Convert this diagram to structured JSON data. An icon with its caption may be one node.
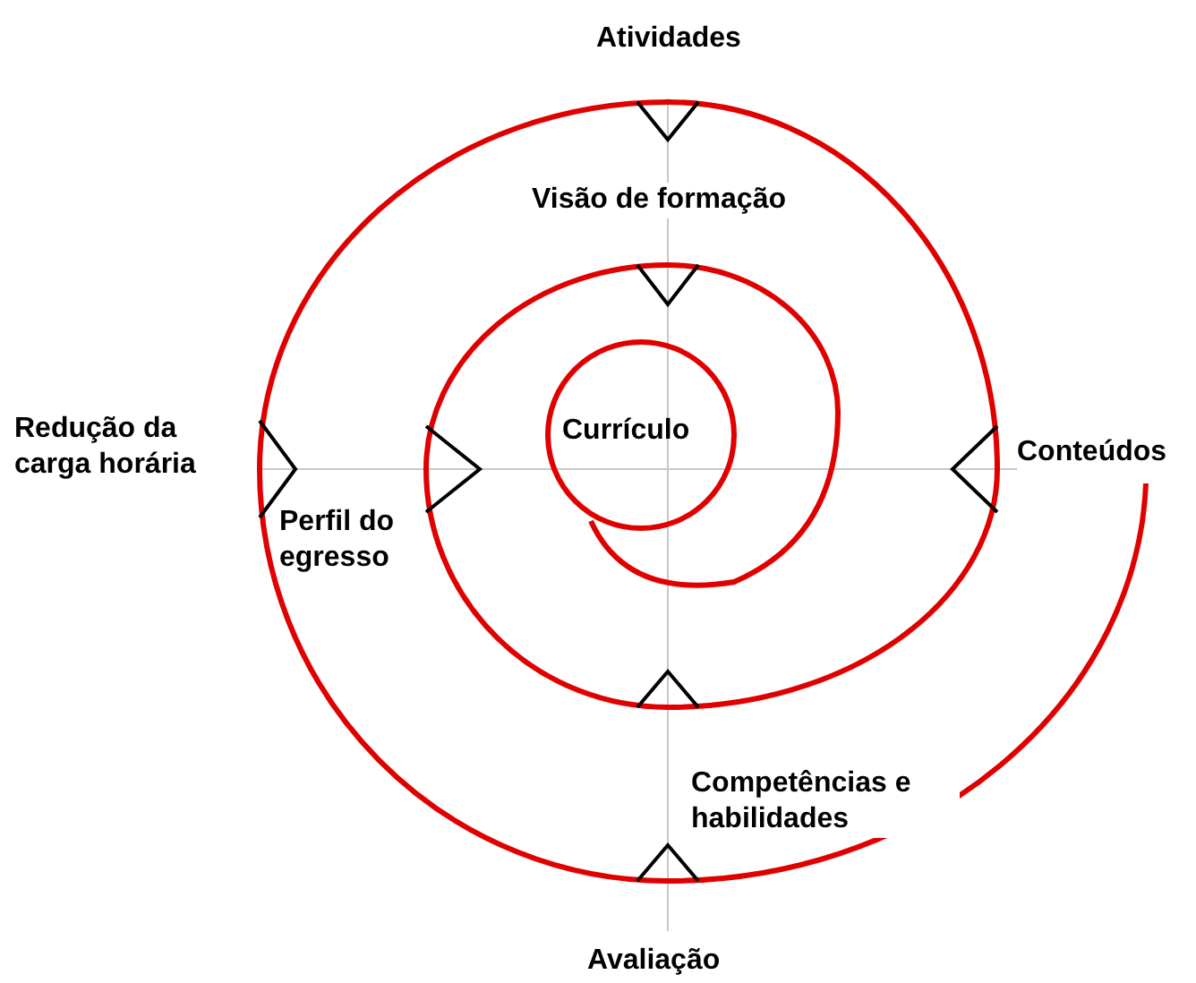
{
  "diagram": {
    "nodes": [
      {
        "text": [
          "Currículo"
        ]
      }
    ],
    "labels": [
      "Atividades",
      "Visão de formação",
      "Redução da carga horária",
      "Conteúdos",
      "Perfil do egresso",
      "Competências e habilidades",
      "Avaliação"
    ]
  }
}
